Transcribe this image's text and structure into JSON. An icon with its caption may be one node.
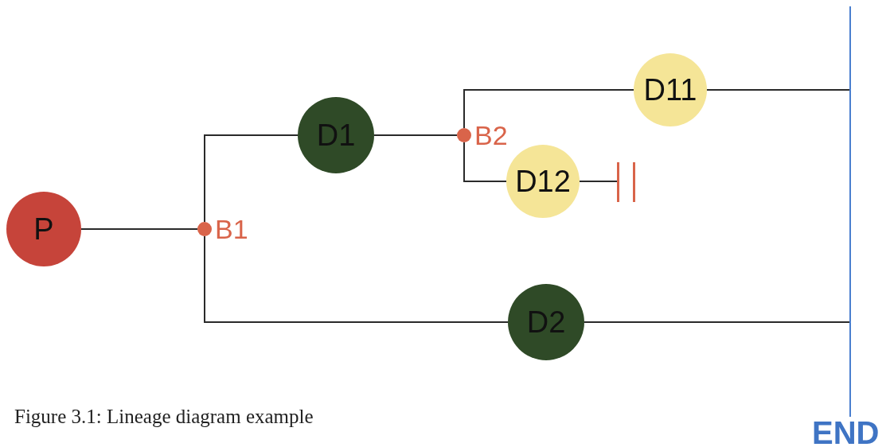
{
  "diagram": {
    "caption": "Figure 3.1: Lineage diagram example",
    "nodes": [
      {
        "text": [
          "P"
        ]
      },
      {
        "text": [],
        "shape": "circle",
        "beside": [
          "B1"
        ]
      },
      {
        "text": [
          "D1"
        ]
      },
      {
        "text": [],
        "shape": "circle",
        "beside": [
          "B2"
        ]
      },
      {
        "text": [
          "D11"
        ]
      },
      {
        "text": [
          "D12"
        ]
      },
      {
        "text": [],
        "shape": "bar"
      },
      {
        "text": [
          "D2"
        ]
      },
      {
        "text": [],
        "shape": "bar"
      }
    ],
    "edges": [
      {
        "from": 0,
        "to": 1,
        "arrow": "none"
      },
      {
        "from": 1,
        "to": 2,
        "arrow": "none"
      },
      {
        "from": 1,
        "to": 7,
        "arrow": "none"
      },
      {
        "from": 2,
        "to": 3,
        "arrow": "none"
      },
      {
        "from": 3,
        "to": 4,
        "arrow": "none"
      },
      {
        "from": 3,
        "to": 5,
        "arrow": "none"
      },
      {
        "from": 5,
        "to": 6,
        "arrow": "none"
      },
      {
        "from": 4,
        "to": 8,
        "arrow": "none"
      },
      {
        "from": 7,
        "to": 8,
        "arrow": "none"
      }
    ],
    "labels": [
      "END"
    ]
  }
}
